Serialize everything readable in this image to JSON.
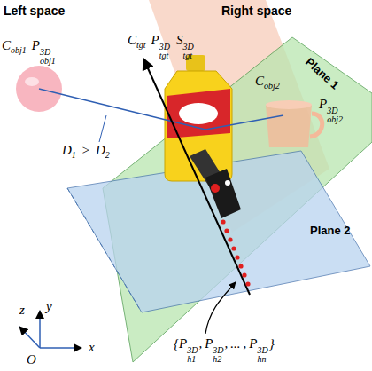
{
  "diagram": {
    "labels": [
      "Left space",
      "Right space",
      "C",
      "tgt",
      "P",
      "3D",
      "tgt",
      "S",
      "3D",
      "tgt",
      "C",
      "obj1",
      "P",
      "3D",
      "obj1",
      "C",
      "obj2",
      "P",
      "3D",
      "obj2",
      "D",
      "1",
      ">",
      "D",
      "2",
      "Plane 1",
      "Plane 2",
      "z",
      "y",
      "x",
      "O",
      "{",
      "P",
      "3D",
      "h1",
      ",",
      "P",
      "3D",
      "h2",
      ",",
      "...",
      ",",
      "P",
      "3D",
      "hn",
      "}"
    ]
  }
}
